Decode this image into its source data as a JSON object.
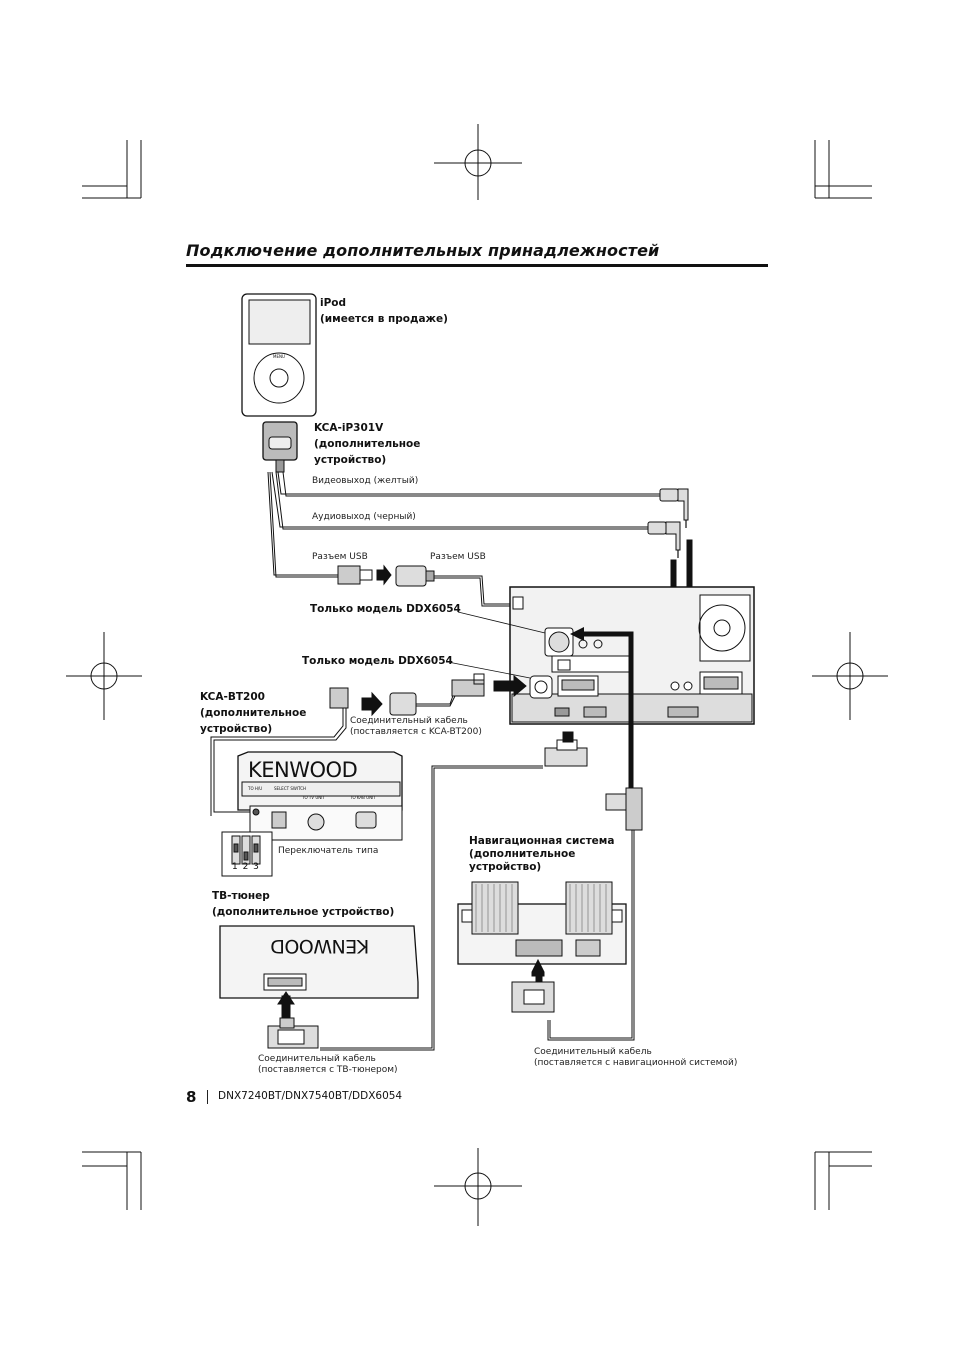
{
  "section_title": "Подключение дополнительных принадлежностей",
  "labels": {
    "ipod": "iPod\n(имеется в продаже)",
    "kca_ip301v": "KCA-iP301V\n(дополнительное\nустройство)",
    "video_out": "Видеовыход (желтый)",
    "audio_out": "Аудиовыход (черный)",
    "usb_connector_left": "Разъем USB",
    "usb_connector_right": "Разъем USB",
    "ddx6054_only_1": "Только модель DDX6054",
    "ddx6054_only_2": "Только модель DDX6054",
    "kca_bt200": "KCA-BT200\n(дополнительное\nустройство)",
    "bt_cable": "Соединительный кабель\n(поставляется с KCA-BT200)",
    "type_switch": "Переключатель типа",
    "switch_numbers": "1 2 3",
    "nav_system": "Навигационная система\n(дополнительное\nустройство)",
    "tv_tuner": "ТВ-тюнер\n(дополнительное устройство)",
    "tv_cable": "Соединительный кабель\n(поставляется с ТВ-тюнером)",
    "nav_cable": "Соединительный кабель\n(поставляется с навигационной системой)"
  },
  "logo_text": "KENWOOD",
  "footer": {
    "page_number": "8",
    "models": "DNX7240BT/DNX7540BT/DDX6054"
  }
}
